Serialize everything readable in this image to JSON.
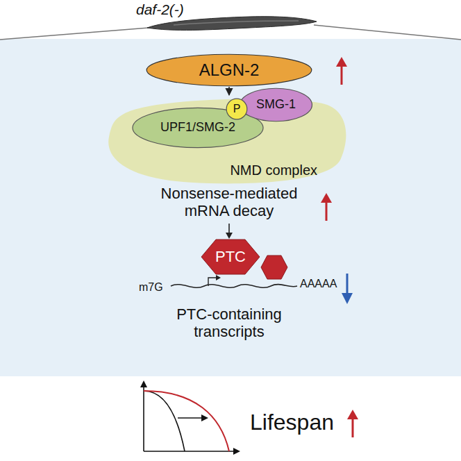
{
  "diagram": {
    "nodes": [
      {
        "text": [
          "ALGN-2"
        ]
      },
      {
        "text": [
          "NMD complex"
        ]
      },
      {
        "text": [
          "UPF1/SMG-2"
        ],
        "in": 1
      },
      {
        "text": [
          "SMG-1"
        ],
        "in": 1
      },
      {
        "text": [
          "P"
        ],
        "in": 1
      },
      {
        "text": [
          "PTC"
        ]
      }
    ],
    "edges": [
      {
        "from": 0,
        "to": 1,
        "arrow": "to"
      }
    ],
    "labels": [
      "daf-2(-)",
      "Nonsense-mediated mRNA decay",
      "m7G",
      "AAAAA",
      "PTC-containing transcripts",
      "Lifespan"
    ]
  }
}
